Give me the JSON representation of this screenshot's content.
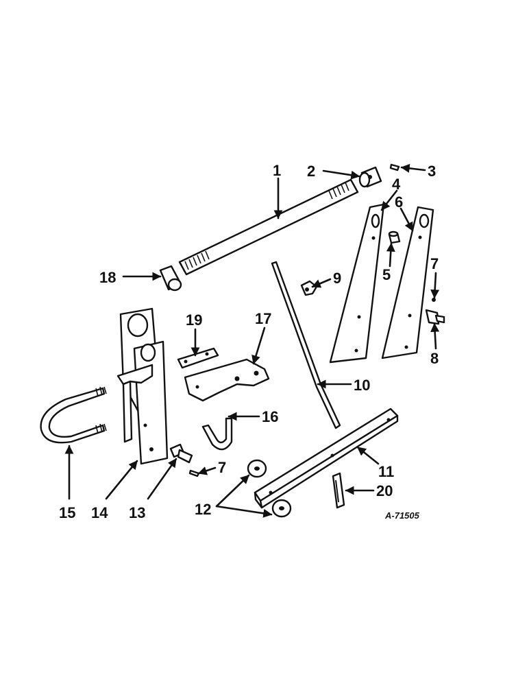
{
  "figure_ref": "A-71505",
  "callouts": {
    "c1": "1",
    "c2": "2",
    "c3": "3",
    "c4": "4",
    "c5": "5",
    "c6": "6",
    "c7a": "7",
    "c7b": "7",
    "c8": "8",
    "c9": "9",
    "c10": "10",
    "c11": "11",
    "c12": "12",
    "c13": "13",
    "c14": "14",
    "c15": "15",
    "c16": "16",
    "c17": "17",
    "c18": "18",
    "c19": "19",
    "c20": "20"
  }
}
